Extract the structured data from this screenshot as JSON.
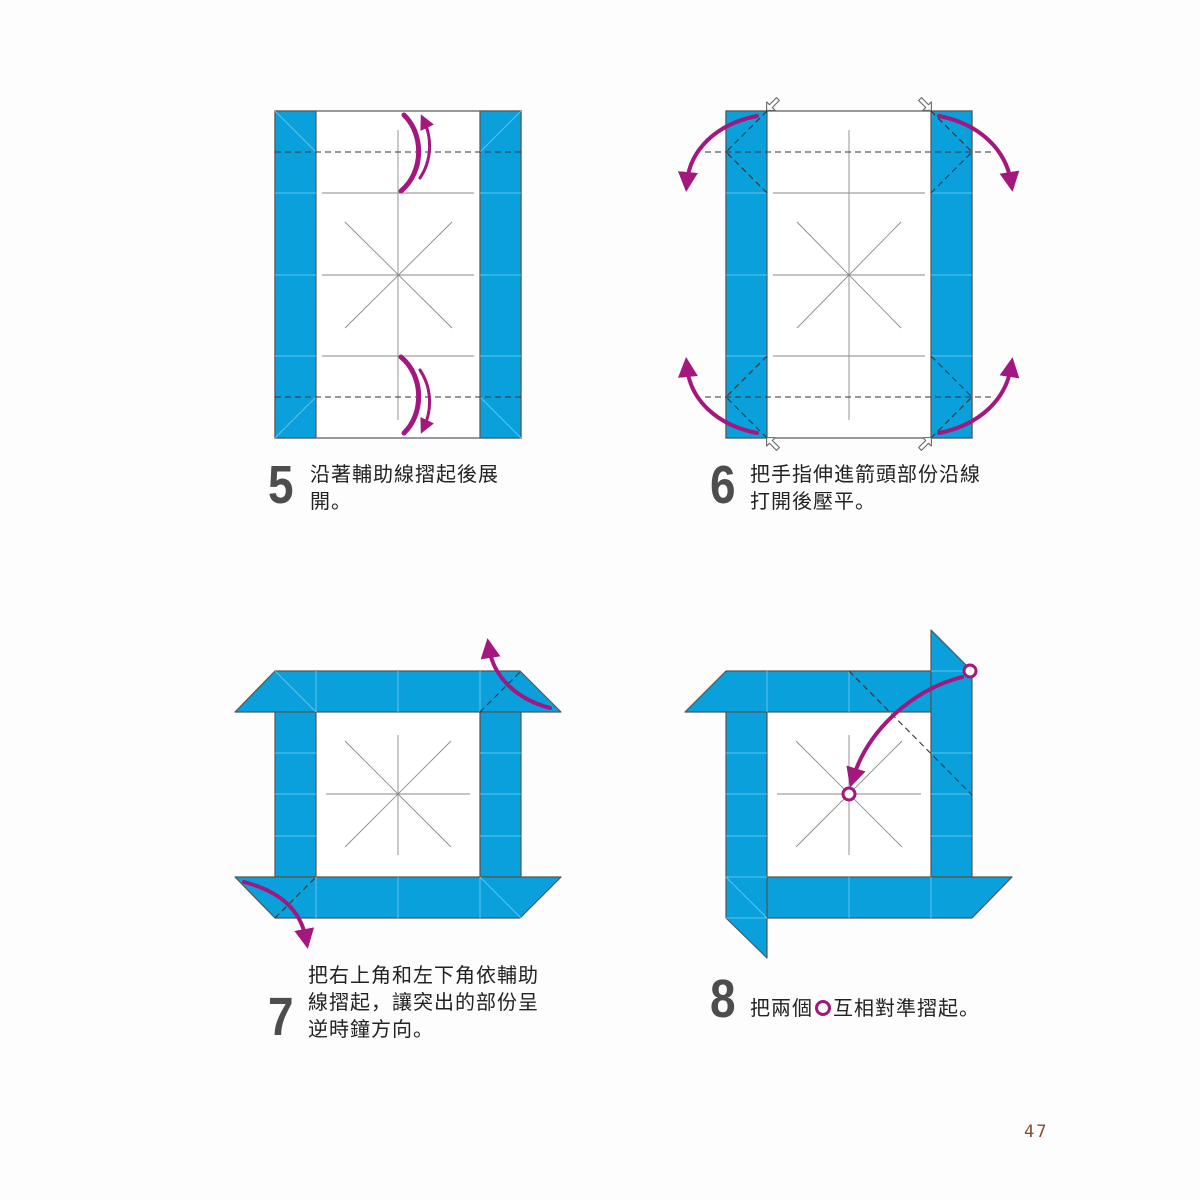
{
  "colors": {
    "paper_blue": "#0aa0dc",
    "paper_white": "#ffffff",
    "arrow_magenta": "#a3177f",
    "number_gray": "#4d4d4d",
    "page_number": "#8b4b2c"
  },
  "steps": [
    {
      "number": "5",
      "lines": [
        "沿著輔助線摺起後展",
        "開。"
      ]
    },
    {
      "number": "6",
      "lines": [
        "把手指伸進箭頭部份沿線",
        "打開後壓平。"
      ]
    },
    {
      "number": "7",
      "lines": [
        "把右上角和左下角依輔助",
        "線摺起，讓突出的部份呈",
        "逆時鐘方向。"
      ]
    },
    {
      "number": "8",
      "text_before": "把兩個",
      "marker_icon": "magenta-circle-icon",
      "text_after": "互相對準摺起。"
    }
  ],
  "page_number": "47"
}
